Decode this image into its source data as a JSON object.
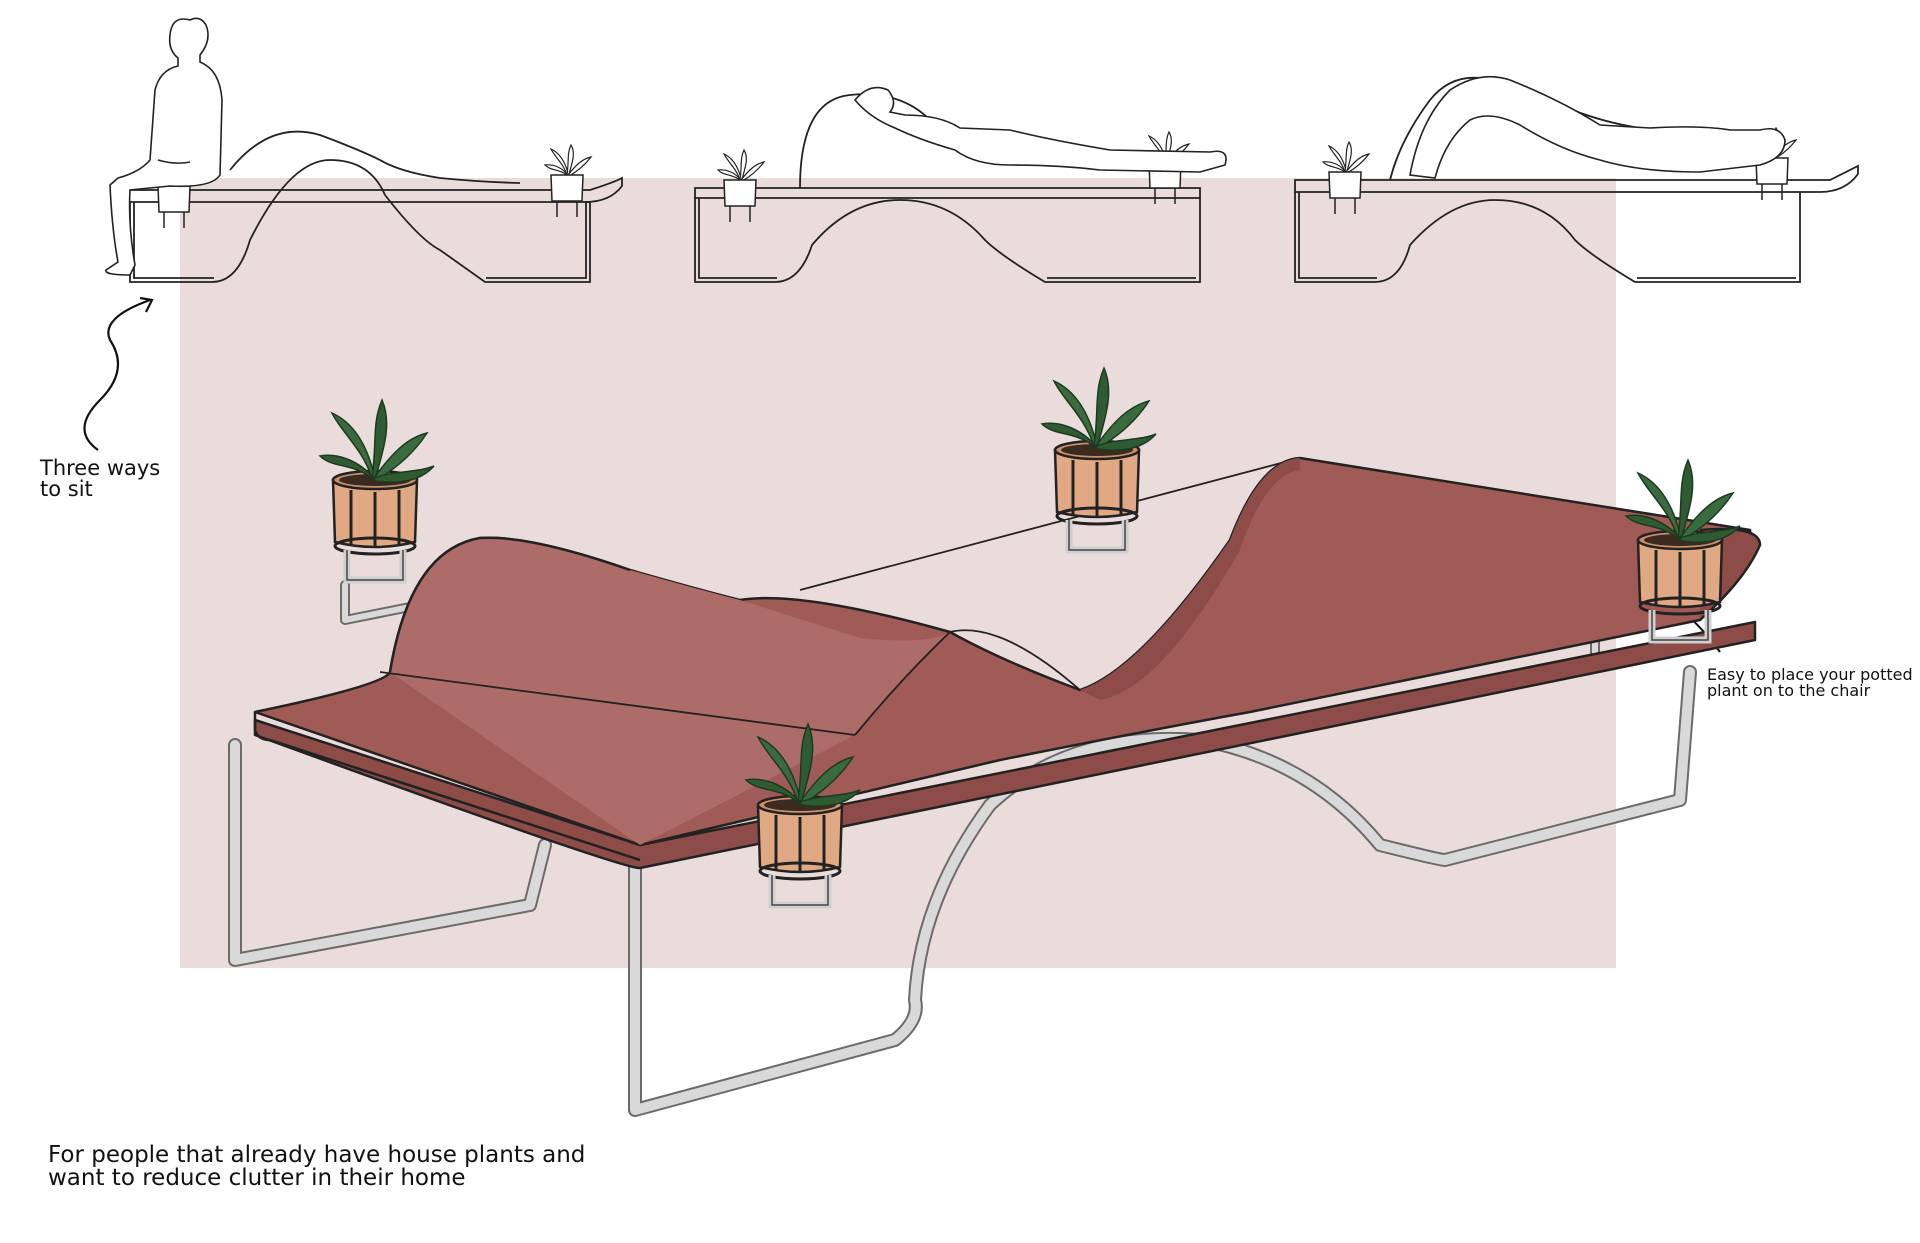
{
  "annotations": {
    "three_ways": [
      "Three ways",
      "to sit"
    ],
    "easy_place": [
      "Easy to place your potted",
      "plant on to the chair"
    ],
    "audience": [
      "For people that already have house plants and",
      "want to reduce clutter in their home"
    ]
  },
  "colors": {
    "backdrop": "#ebdcdc",
    "seat_main": "#a15b57",
    "seat_dark": "#8e4c49",
    "seat_light": "#ad6c68",
    "frame": "#d9d9d9",
    "pot": "#e0a983",
    "leaf": "#2f5b33",
    "line": "#222222"
  },
  "icons": [
    "person-sitting-sketch",
    "person-lying-sketch",
    "potted-plant",
    "curved-arrow"
  ]
}
